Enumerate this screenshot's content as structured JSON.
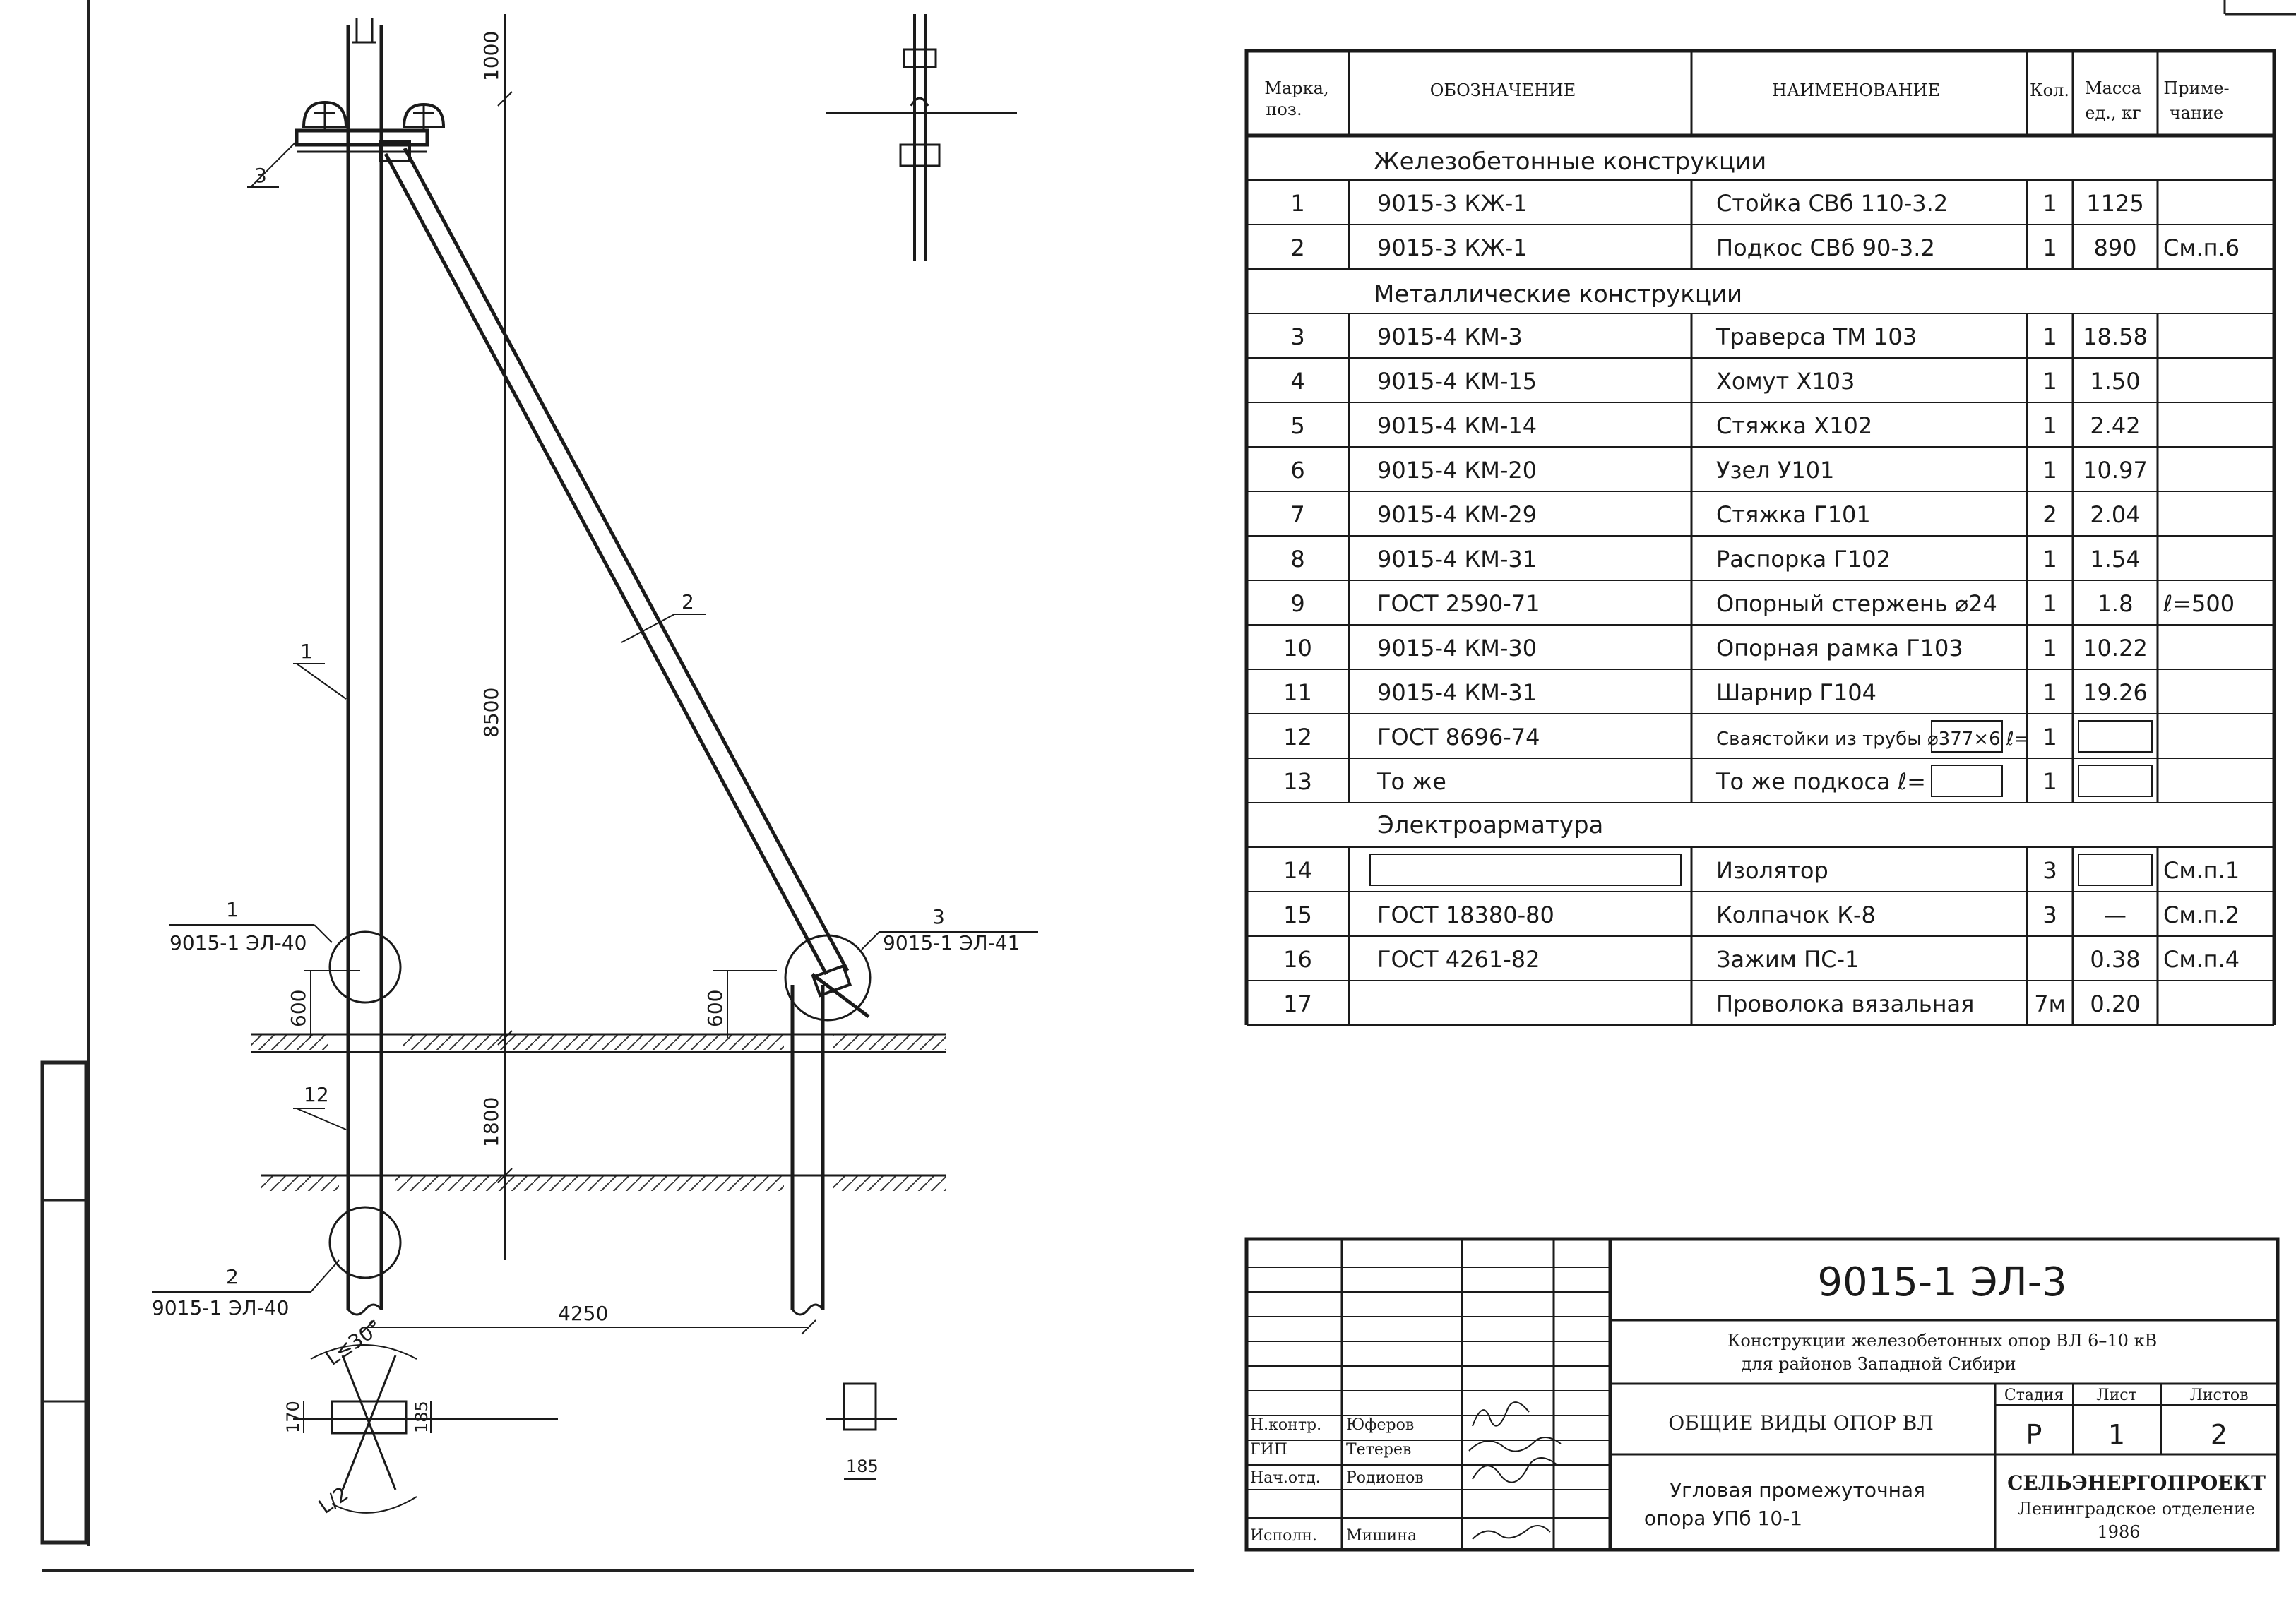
{
  "drawing": {
    "item_labels": {
      "pole": "1",
      "strut": "2",
      "crossarm": "3",
      "pile": "12"
    },
    "dimensions": {
      "top": "1000",
      "height": "8500",
      "collar": "600",
      "collar_right": "600",
      "pile_depth": "1800",
      "spacing": "4250",
      "angle": "L≤30°",
      "angle_half": "L/2",
      "w170": "170",
      "w185": "185",
      "w185b": "185"
    },
    "callouts": [
      {
        "num": "1",
        "ref": "9015-1 ЭЛ-40"
      },
      {
        "num": "2",
        "ref": "9015-1 ЭЛ-40"
      },
      {
        "num": "3",
        "ref": "9015-1 ЭЛ-41"
      }
    ]
  },
  "spec": {
    "headers": {
      "mark": "Марка,",
      "mark2": "поз.",
      "designation": "ОБОЗНАЧЕНИЕ",
      "name": "НАИМЕНОВАНИЕ",
      "qty": "Кол.",
      "mass": "Масса",
      "mass2": "ед., кг",
      "note": "Приме-",
      "note2": "чание"
    },
    "sections": {
      "concrete": "Железобетонные конструкции",
      "metal": "Металлические конструкции",
      "electro": "Электроарматура"
    },
    "rows": [
      {
        "mark": "1",
        "des": "9015-3 КЖ-1",
        "name": "Стойка СВб 110-3.2",
        "qty": "1",
        "mass": "1125",
        "note": ""
      },
      {
        "mark": "2",
        "des": "9015-3 КЖ-1",
        "name": "Подкос СВб 90-3.2",
        "qty": "1",
        "mass": "890",
        "note": "См.п.6"
      },
      {
        "mark": "3",
        "des": "9015-4 КМ-3",
        "name": "Траверса ТМ 103",
        "qty": "1",
        "mass": "18.58",
        "note": ""
      },
      {
        "mark": "4",
        "des": "9015-4 КМ-15",
        "name": "Хомут Х103",
        "qty": "1",
        "mass": "1.50",
        "note": ""
      },
      {
        "mark": "5",
        "des": "9015-4 КМ-14",
        "name": "Стяжка Х102",
        "qty": "1",
        "mass": "2.42",
        "note": ""
      },
      {
        "mark": "6",
        "des": "9015-4 КМ-20",
        "name": "Узел У101",
        "qty": "1",
        "mass": "10.97",
        "note": ""
      },
      {
        "mark": "7",
        "des": "9015-4 КМ-29",
        "name": "Стяжка Г101",
        "qty": "2",
        "mass": "2.04",
        "note": ""
      },
      {
        "mark": "8",
        "des": "9015-4 КМ-31",
        "name": "Распорка Г102",
        "qty": "1",
        "mass": "1.54",
        "note": ""
      },
      {
        "mark": "9",
        "des": "ГОСТ 2590-71",
        "name": "Опорный стержень ⌀24",
        "qty": "1",
        "mass": "1.8",
        "note": "ℓ=500"
      },
      {
        "mark": "10",
        "des": "9015-4 КМ-30",
        "name": "Опорная рамка Г103",
        "qty": "1",
        "mass": "10.22",
        "note": ""
      },
      {
        "mark": "11",
        "des": "9015-4 КМ-31",
        "name": "Шарнир Г104",
        "qty": "1",
        "mass": "19.26",
        "note": ""
      },
      {
        "mark": "12",
        "des": "ГОСТ 8696-74",
        "name": "Сваястойки из трубы ⌀377×6 ℓ=",
        "qty": "1",
        "mass": "",
        "note": ""
      },
      {
        "mark": "13",
        "des": "То же",
        "name": "То же подкоса ℓ=",
        "qty": "1",
        "mass": "",
        "note": ""
      },
      {
        "mark": "14",
        "des": "",
        "name": "Изолятор",
        "qty": "3",
        "mass": "",
        "note": "См.п.1"
      },
      {
        "mark": "15",
        "des": "ГОСТ 18380-80",
        "name": "Колпачок К-8",
        "qty": "3",
        "mass": "—",
        "note": "См.п.2"
      },
      {
        "mark": "16",
        "des": "ГОСТ 4261-82",
        "name": "Зажим ПС-1",
        "qty": "",
        "mass": "0.38",
        "note": "См.п.4"
      },
      {
        "mark": "17",
        "des": "",
        "name": "Проволока вязальная",
        "qty": "7м",
        "mass": "0.20",
        "note": ""
      }
    ]
  },
  "title_block": {
    "code": "9015-1 ЭЛ-3",
    "desc1": "Конструкции железобетонных опор ВЛ 6–10 кВ",
    "desc2": "для районов Западной Сибири",
    "sheet_title": "ОБЩИЕ ВИДЫ ОПОР ВЛ",
    "object1": "Угловая промежуточная",
    "object2": "опора УПб 10-1",
    "stage_label": "Стадия",
    "sheet_label": "Лист",
    "sheets_label": "Листов",
    "stage": "Р",
    "sheet": "1",
    "sheets": "2",
    "org1": "СЕЛЬЭНЕРГОПРОЕКТ",
    "org2": "Ленинградское отделение",
    "year": "1986",
    "roles": [
      {
        "role": "Н.контр.",
        "name": "Юферов"
      },
      {
        "role": "ГИП",
        "name": "Тетерев"
      },
      {
        "role": "Нач.отд.",
        "name": "Родионов"
      },
      {
        "role": "Исполн.",
        "name": "Мишина"
      }
    ]
  }
}
